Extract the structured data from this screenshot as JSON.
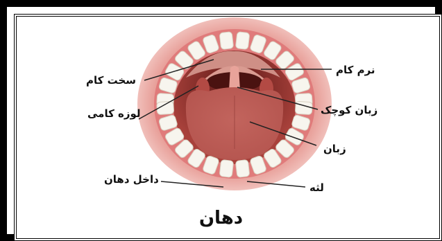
{
  "labels": {
    "hard_palate": "سخت کام",
    "soft_palate": "نرم کام",
    "palatine_tonsil": "لوزه کامی",
    "uvula": "زبان کوچک",
    "tongue": "زبان",
    "inner_mouth": "داخل دهان",
    "gum": "لثه"
  },
  "title": "دهان",
  "colors": {
    "border": "#000000",
    "lips": "#e8a09a",
    "gum": "#e07b7b",
    "throat": "#7a2a26",
    "tongue": "#c96a64",
    "tooth": "#f7f5ee",
    "leader_line": "#222222"
  }
}
